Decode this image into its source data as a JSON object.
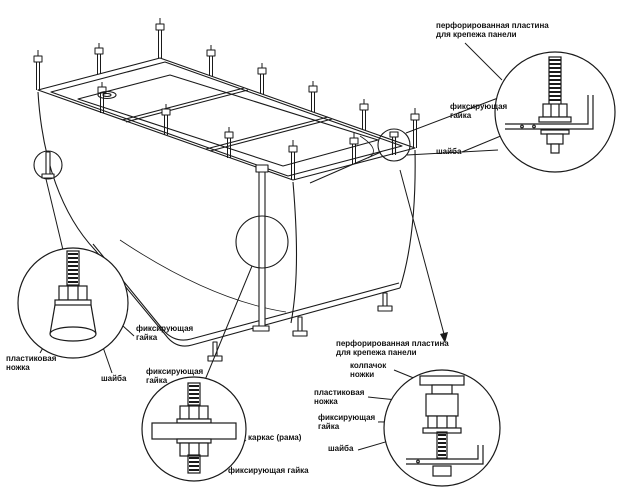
{
  "diagram": {
    "labels": {
      "perforated_plate": "перфорированная пластина\nдля крепежа панели",
      "fixing_nut": "фиксирующая\nгайка",
      "fixing_nut_inline": "фиксирующая гайка",
      "washer": "шайба",
      "plastic_leg": "пластиковая\nножка",
      "leg_cap": "колпачок\nножки",
      "frame": "каркас (рама)"
    },
    "colors": {
      "line": "#1a1a1a",
      "background": "#ffffff"
    }
  }
}
